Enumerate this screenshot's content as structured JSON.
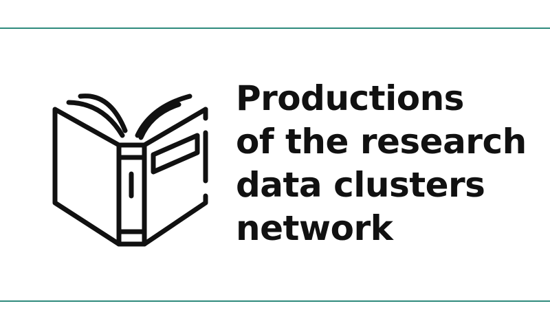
{
  "colors": {
    "accent": "#2e8a7c",
    "text": "#111111",
    "icon_stroke": "#111111",
    "background": "#ffffff"
  },
  "icon": "open-book-icon",
  "title_lines": [
    "Productions",
    "of the research",
    "data clusters",
    "network"
  ]
}
